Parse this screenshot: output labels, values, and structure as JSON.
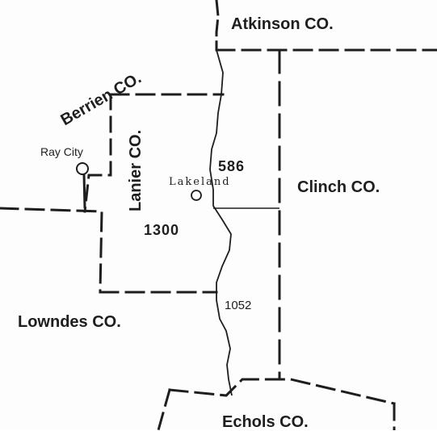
{
  "map": {
    "counties": {
      "atkinson": "Atkinson CO.",
      "berrien": "Berrien CO.",
      "lanier": "Lanier CO.",
      "clinch": "Clinch CO.",
      "lowndes": "Lowndes CO.",
      "echols": "Echols CO."
    },
    "places": {
      "ray_city": "Ray City",
      "lakeland": "Lakeland"
    },
    "district_numbers": {
      "d586": "586",
      "d1300": "1300",
      "d1052": "1052"
    },
    "colors": {
      "ink": "#1e1e1e",
      "paper": "#fdfdfd"
    }
  }
}
